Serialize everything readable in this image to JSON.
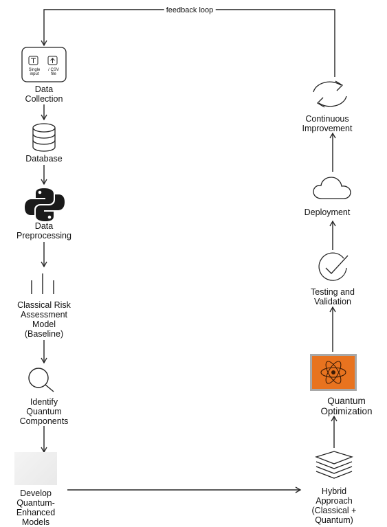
{
  "feedback_label": "feedback loop",
  "nodes": {
    "data_collection": {
      "label_lines": [
        "Data",
        "Collection"
      ],
      "icon_sub_left": [
        "Single",
        "input"
      ],
      "icon_sub_right": [
        "/ CSV",
        "file"
      ]
    },
    "database": {
      "label_lines": [
        "Database"
      ]
    },
    "data_preprocessing": {
      "label_lines": [
        "Data",
        "Preprocessing"
      ]
    },
    "classical_model": {
      "label_lines": [
        "Classical Risk",
        "Assessment",
        "Model",
        "(Baseline)"
      ]
    },
    "identify_components": {
      "label_lines": [
        "Identify",
        "Quantum",
        "Components"
      ]
    },
    "develop_models": {
      "label_lines": [
        "Develop",
        "Quantum-",
        "Enhanced",
        "Models"
      ]
    },
    "hybrid_approach": {
      "label_lines": [
        "Hybrid",
        "Approach",
        "(Classical +",
        "Quantum)"
      ]
    },
    "quantum_optimization": {
      "label_lines": [
        "Quantum",
        "Optimization"
      ]
    },
    "testing_validation": {
      "label_lines": [
        "Testing and",
        "Validation"
      ]
    },
    "deployment": {
      "label_lines": [
        "Deployment"
      ]
    },
    "continuous_improvement": {
      "label_lines": [
        "Continuous",
        "Improvement"
      ]
    }
  },
  "colors": {
    "line": "#222222",
    "quantum_box": "#e8731f",
    "quantum_border": "#999999",
    "python_icon": "#1a1a1a",
    "develop_placeholder": "#eeeeee"
  },
  "icons": {
    "data_collection": "upload-form-icon",
    "database": "database-icon",
    "data_preprocessing": "python-logo-icon",
    "classical_model": "bar-lines-icon",
    "identify_components": "magnifier-icon",
    "develop_models": "blank-placeholder-icon",
    "hybrid_approach": "stacked-layers-icon",
    "quantum_optimization": "atom-icon",
    "testing_validation": "check-circle-icon",
    "deployment": "cloud-icon",
    "continuous_improvement": "refresh-cycle-icon"
  }
}
